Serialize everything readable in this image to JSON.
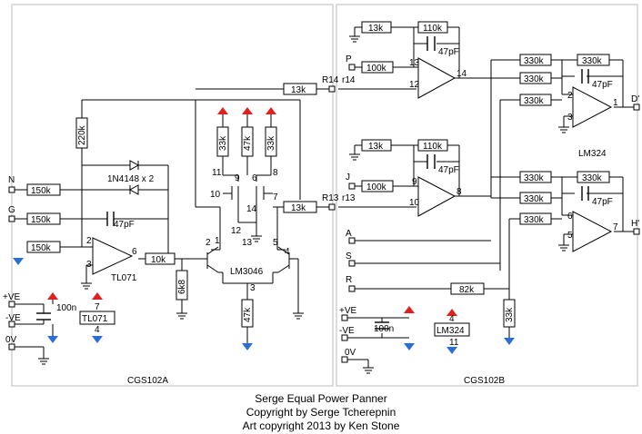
{
  "panels": {
    "a_label": "CGS102A",
    "b_label": "CGS102B"
  },
  "credits": {
    "title": "Serge Equal Power Panner",
    "copyright": "Copyright by Serge Tcherepnin",
    "art": "Art copyright 2013 by Ken Stone"
  },
  "inputs": {
    "n": "N",
    "g": "G",
    "p": "P",
    "j": "J",
    "a": "A",
    "s": "S",
    "r": "R"
  },
  "outputs": {
    "d": "D'",
    "h": "H'"
  },
  "power": {
    "pos": "+VE",
    "neg": "-VE",
    "gnd": "0V",
    "cap_a": "100n",
    "cap_b": "100n",
    "ic_a": "TL071",
    "ic_a_pin_top": "7",
    "ic_a_pin_bot": "4",
    "ic_b": "LM324",
    "ic_b_pin_top": "4",
    "ic_b_pin_bot": "11"
  },
  "components": {
    "r_220k": "220k",
    "diodes": "1N4148 x 2",
    "r_150k_1": "150k",
    "r_150k_2": "150k",
    "r_150k_3": "150k",
    "c_47pf_a": "47pF",
    "r_10k": "10k",
    "r_6k8": "6k8",
    "r_33k_t1": "33k",
    "r_47k_t": "47k",
    "r_33k_t2": "33k",
    "r_13k_top": "13k",
    "r_13k_mid": "13k",
    "r_47k_bot": "47k",
    "r14": "R14",
    "r14b": "r14",
    "r13": "R13",
    "r13b": "r13",
    "ic_tl071": "TL071",
    "ic_lm3046": "LM3046",
    "r_13k_b1": "13k",
    "r_110k_1": "110k",
    "c_47pf_b1": "47pF",
    "r_100k_1": "100k",
    "r_13k_b2": "13k",
    "r_110k_2": "110k",
    "c_47pf_b2": "47pF",
    "r_100k_2": "100k",
    "r_330k_1": "330k",
    "r_330k_2": "330k",
    "r_330k_3": "330k",
    "r_330k_4": "330k",
    "r_330k_5": "330k",
    "r_330k_6": "330k",
    "r_330k_7": "330k",
    "r_330k_8": "330k",
    "c_47pf_b3": "47pF",
    "c_47pf_b4": "47pF",
    "r_82k": "82k",
    "r_33k_b": "33k",
    "ic_lm324": "LM324"
  },
  "pins": {
    "op1_inv": "2",
    "op1_non": "3",
    "op1_out": "6",
    "opb1_inv": "13",
    "opb1_non": "12",
    "opb1_out": "14",
    "opb2_inv": "9",
    "opb2_non": "10",
    "opb2_out": "8",
    "opb3_inv": "2",
    "opb3_non": "3",
    "opb3_out": "1",
    "opb4_inv": "6",
    "opb4_non": "5",
    "opb4_out": "7",
    "t_p11": "11",
    "t_p9": "9",
    "t_p6": "6",
    "t_p8": "8",
    "t_p10": "10",
    "t_p7": "7",
    "t_p14": "14",
    "t_p12": "12",
    "t_p13": "13",
    "t_p2": "2",
    "t_p1": "1",
    "t_p5": "5",
    "t_p4": "4",
    "t_p3": "3"
  }
}
